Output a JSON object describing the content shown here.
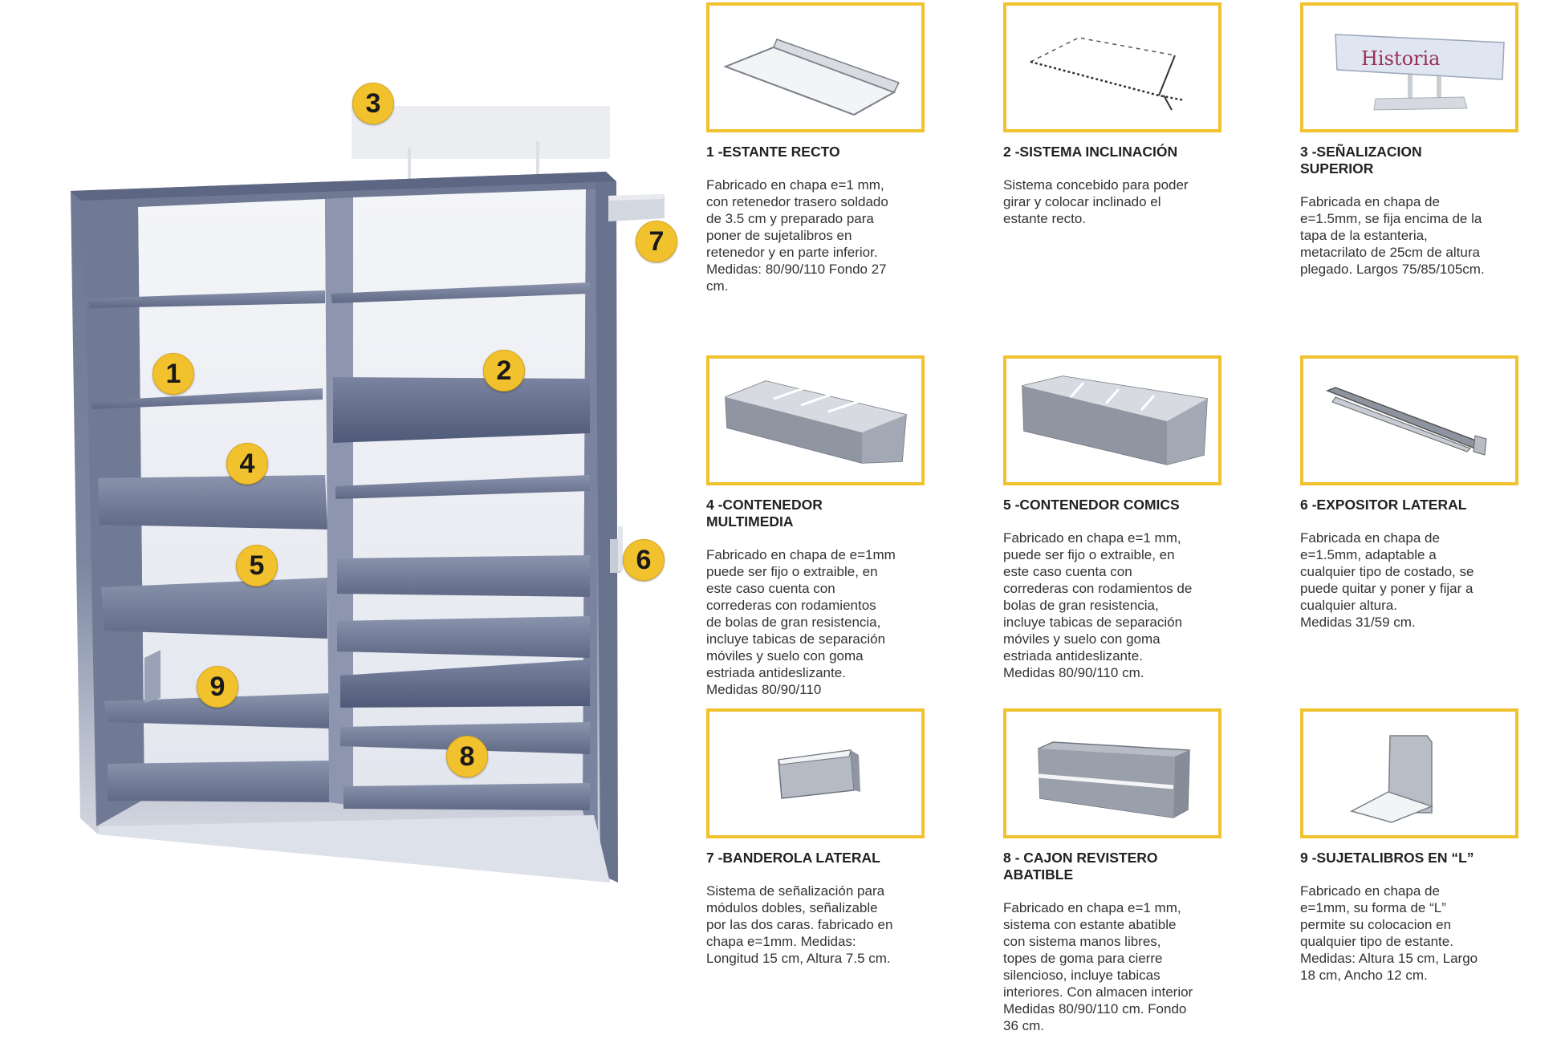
{
  "markers": [
    "1",
    "2",
    "3",
    "4",
    "5",
    "6",
    "7",
    "8",
    "9"
  ],
  "products": [
    {
      "title": "1 -ESTANTE RECTO",
      "description": "Fabricado en chapa e=1 mm,\ncon retenedor trasero soldado\nde 3.5 cm y preparado para\nponer de sujetalibros en\nretenedor y en parte inferior.\nMedidas: 80/90/110 Fondo 27\ncm."
    },
    {
      "title": "2 -SISTEMA INCLINACIÓN",
      "description": "Sistema concebido para poder\ngirar y colocar inclinado el\nestante recto."
    },
    {
      "title": "3 -SEÑALIZACION\nSUPERIOR",
      "description": "Fabricada en chapa de\ne=1.5mm, se fija encima de la\ntapa de la estanteria,\nmetacrilato de 25cm de altura\nplegado. Largos 75/85/105cm.",
      "sign_text": "Historia"
    },
    {
      "title": "4 -CONTENEDOR\nMULTIMEDIA",
      "description": "Fabricado en chapa de e=1mm\npuede ser fijo o extraible, en\neste caso cuenta con\ncorrederas con rodamientos\nde bolas de gran resistencia,\nincluye tabicas de separación\nmóviles y suelo con goma\nestriada antideslizante.\nMedidas 80/90/110"
    },
    {
      "title": "5 -CONTENEDOR COMICS",
      "description": "Fabricado en chapa e=1 mm,\npuede ser fijo o extraible, en\neste caso cuenta con\ncorrederas con rodamientos de\nbolas de gran resistencia,\nincluye tabicas de separación\nmóviles y suelo con goma\nestriada antideslizante.\nMedidas 80/90/110 cm."
    },
    {
      "title": "6 -EXPOSITOR LATERAL",
      "description": "Fabricada en chapa de\ne=1.5mm, adaptable a\ncualquier tipo de costado, se\npuede quitar y poner y fijar a\ncualquier altura.\nMedidas 31/59 cm."
    },
    {
      "title": "7 -BANDEROLA LATERAL",
      "description": "Sistema de señalización para\nmódulos dobles, señalizable\npor las dos caras. fabricado en\nchapa e=1mm. Medidas:\nLongitud 15 cm, Altura 7.5 cm."
    },
    {
      "title": "8 - CAJON REVISTERO\nABATIBLE",
      "description": "Fabricado en chapa e=1 mm,\nsistema con estante abatible\ncon sistema manos libres,\ntopes de goma para cierre\nsilencioso, incluye tabicas\ninteriores. Con almacen interior\nMedidas 80/90/110 cm.  Fondo\n36 cm."
    },
    {
      "title": "9 -SUJETALIBROS EN “L”",
      "description": "Fabricado en chapa de\ne=1mm, su forma de “L”\npermite su colocacion en\nqualquier tipo de estante.\nMedidas: Altura 15 cm, Largo\n18 cm, Ancho 12 cm."
    }
  ],
  "colors": {
    "accent": "#f2c12e",
    "steel": "#6f7a95"
  }
}
